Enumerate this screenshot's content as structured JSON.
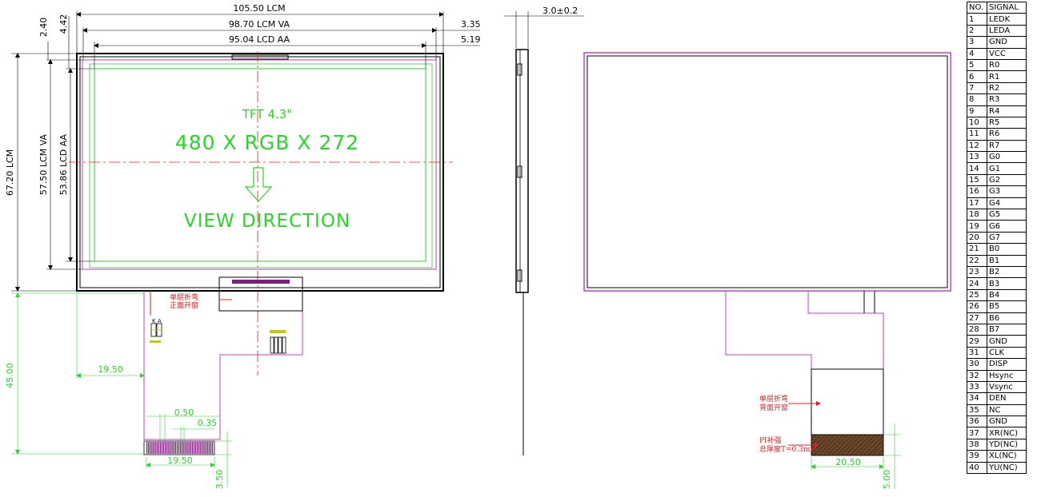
{
  "front_view": {
    "dimensions": {
      "lcm_width": "105.50 LCM",
      "lcm_va_width": "98.70 LCM VA",
      "lcd_aa_width": "95.04 LCD AA",
      "offset_335": "3.35",
      "offset_519": "5.19",
      "offset_240": "2.40",
      "offset_442": "4.42",
      "lcm_height": "67.20 LCM",
      "lcm_va_height": "57.50 LCM VA",
      "lcd_aa_height": "53.86 LCD AA",
      "fpc_length": "45.00",
      "fpc_offset": "19.50",
      "pitch": "0.50",
      "pin_width": "0.35",
      "connector_width": "19.50",
      "stiffener_len": "3.50"
    },
    "labels": {
      "tft_size": "TFT 4.3\"",
      "resolution": "480 X RGB X 272",
      "view_direction": "VIEW DIRECTION",
      "fold_note_line1": "单层折弯",
      "fold_note_line2": "正面开窗",
      "k_label": "K",
      "a_label": "A"
    }
  },
  "side_view": {
    "thickness": "3.0±0.2"
  },
  "back_view": {
    "fold_note_line1": "单层折弯",
    "fold_note_line2": "背面开窗",
    "pi_note_line1": "PI补强",
    "pi_note_line2": "总厚度T=0.3mm",
    "stiffener_width": "20.50",
    "stiffener_len": "5.00"
  },
  "pin_table": {
    "header_no": "NO.",
    "header_signal": "SIGNAL",
    "rows": [
      {
        "no": "1",
        "signal": "LEDK"
      },
      {
        "no": "2",
        "signal": "LEDA"
      },
      {
        "no": "3",
        "signal": "GND"
      },
      {
        "no": "4",
        "signal": "VCC"
      },
      {
        "no": "5",
        "signal": "R0"
      },
      {
        "no": "6",
        "signal": "R1"
      },
      {
        "no": "7",
        "signal": "R2"
      },
      {
        "no": "8",
        "signal": "R3"
      },
      {
        "no": "9",
        "signal": "R4"
      },
      {
        "no": "10",
        "signal": "R5"
      },
      {
        "no": "11",
        "signal": "R6"
      },
      {
        "no": "12",
        "signal": "R7"
      },
      {
        "no": "13",
        "signal": "G0"
      },
      {
        "no": "14",
        "signal": "G1"
      },
      {
        "no": "15",
        "signal": "G2"
      },
      {
        "no": "16",
        "signal": "G3"
      },
      {
        "no": "17",
        "signal": "G4"
      },
      {
        "no": "18",
        "signal": "G5"
      },
      {
        "no": "19",
        "signal": "G6"
      },
      {
        "no": "20",
        "signal": "G7"
      },
      {
        "no": "21",
        "signal": "B0"
      },
      {
        "no": "22",
        "signal": "B1"
      },
      {
        "no": "23",
        "signal": "B2"
      },
      {
        "no": "24",
        "signal": "B3"
      },
      {
        "no": "25",
        "signal": "B4"
      },
      {
        "no": "26",
        "signal": "B5"
      },
      {
        "no": "27",
        "signal": "B6"
      },
      {
        "no": "28",
        "signal": "B7"
      },
      {
        "no": "29",
        "signal": "GND"
      },
      {
        "no": "31",
        "signal": "CLK"
      },
      {
        "no": "30",
        "signal": "DISP"
      },
      {
        "no": "32",
        "signal": "Hsync"
      },
      {
        "no": "33",
        "signal": "Vsync"
      },
      {
        "no": "34",
        "signal": "DEN"
      },
      {
        "no": "35",
        "signal": "NC"
      },
      {
        "no": "36",
        "signal": "GND"
      },
      {
        "no": "37",
        "signal": "XR(NC)"
      },
      {
        "no": "38",
        "signal": "YD(NC)"
      },
      {
        "no": "39",
        "signal": "XL(NC)"
      },
      {
        "no": "40",
        "signal": "YU(NC)"
      }
    ]
  }
}
